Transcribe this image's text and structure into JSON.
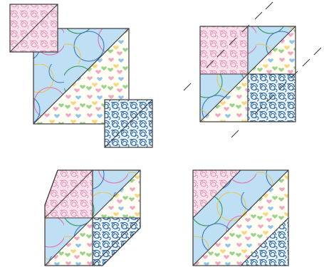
{
  "diagram": {
    "fabrics": {
      "light_blue_circles": "#bfdff5",
      "heart_print": "#fffdf4",
      "pink_swirl": "#f7e3ec",
      "navy_swirl": "#dcecf7"
    },
    "colors": {
      "outline": "#3b3b3b",
      "pink_swirl_line": "#e98bb0",
      "navy_swirl_line": "#1f5e9a",
      "ring_green": "#3c9a55",
      "ring_yellow": "#e8c64a",
      "ring_pink": "#e476ac",
      "ring_blue": "#3a74c8",
      "heart_colors": [
        "#f2a7c3",
        "#f7d77a",
        "#9bd38c",
        "#8fc4ef"
      ]
    },
    "steps": [
      {
        "name": "step-1-layout",
        "pieces": [
          "pink-swirl-square",
          "half-square-triangle-block",
          "navy-swirl-square"
        ]
      },
      {
        "name": "step-2-stitch-marks",
        "pieces": [
          "pink-swirl-square",
          "navy-swirl-square",
          "stitching-lines"
        ]
      },
      {
        "name": "step-3-trimmed-corners",
        "pieces": [
          "pink-swirl-triangle",
          "navy-swirl-triangle"
        ]
      },
      {
        "name": "step-4-finished-block",
        "pieces": [
          "pink-swirl-corner",
          "navy-swirl-corner"
        ]
      }
    ]
  }
}
